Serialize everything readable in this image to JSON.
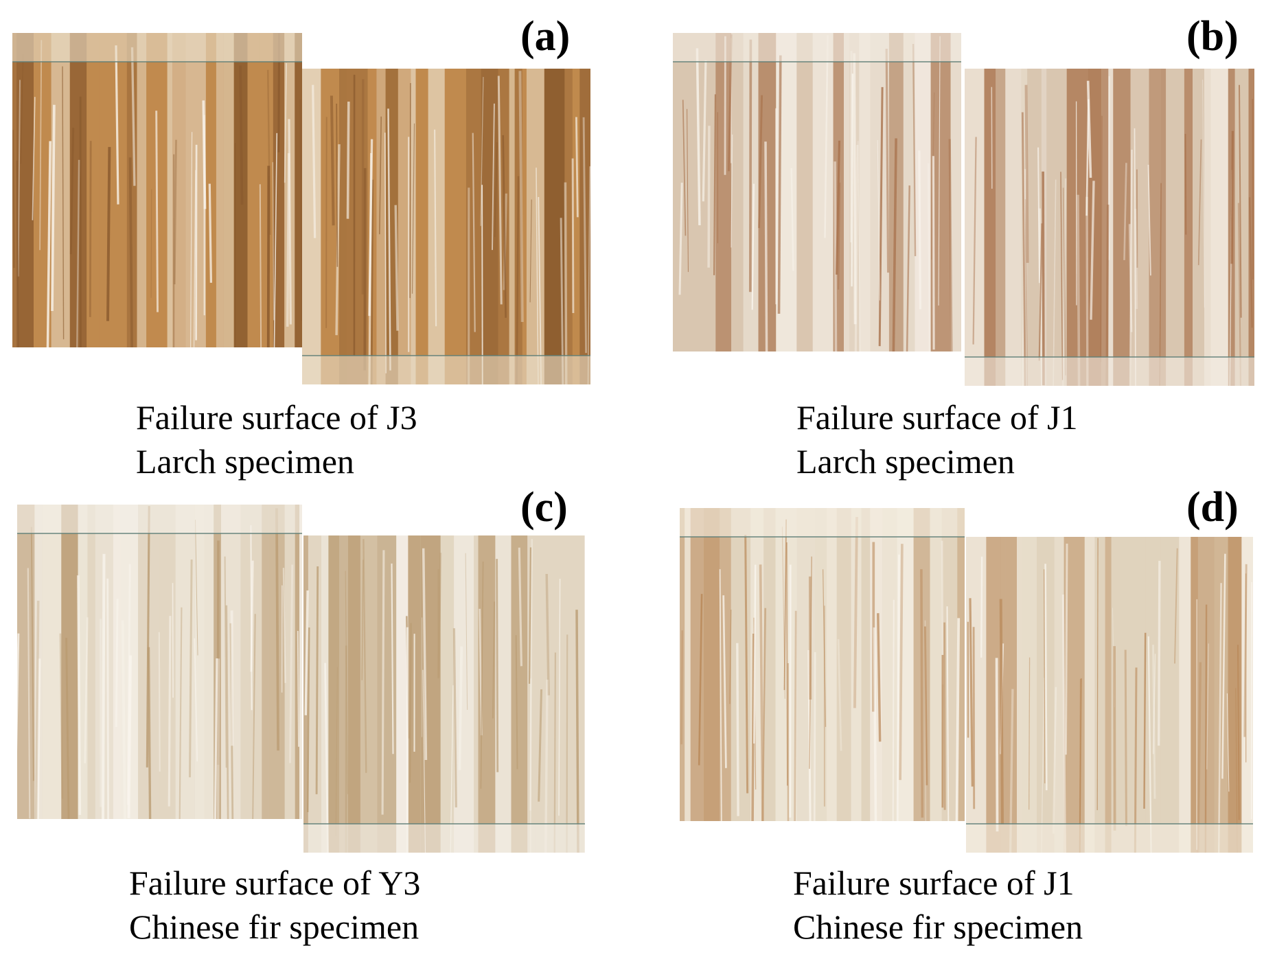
{
  "panels": [
    {
      "label": "(a)",
      "caption_line1": "Failure surface of J3",
      "caption_line2": "Larch specimen",
      "palette": {
        "base": "#c08a4e",
        "light": "#e9ddc8",
        "dark": "#8a5a2e"
      }
    },
    {
      "label": "(b)",
      "caption_line1": "Failure surface of J1",
      "caption_line2": "Larch specimen",
      "palette": {
        "base": "#d9c6b0",
        "light": "#f2ebe1",
        "dark": "#a8714b"
      }
    },
    {
      "label": "(c)",
      "caption_line1": "Failure surface of Y3",
      "caption_line2": "Chinese fir specimen",
      "palette": {
        "base": "#e2d6c2",
        "light": "#f4efe6",
        "dark": "#b99a70"
      }
    },
    {
      "label": "(d)",
      "caption_line1": "Failure surface of J1",
      "caption_line2": "Chinese fir specimen",
      "palette": {
        "base": "#e0d3bd",
        "light": "#f3ece0",
        "dark": "#b88655"
      }
    }
  ]
}
